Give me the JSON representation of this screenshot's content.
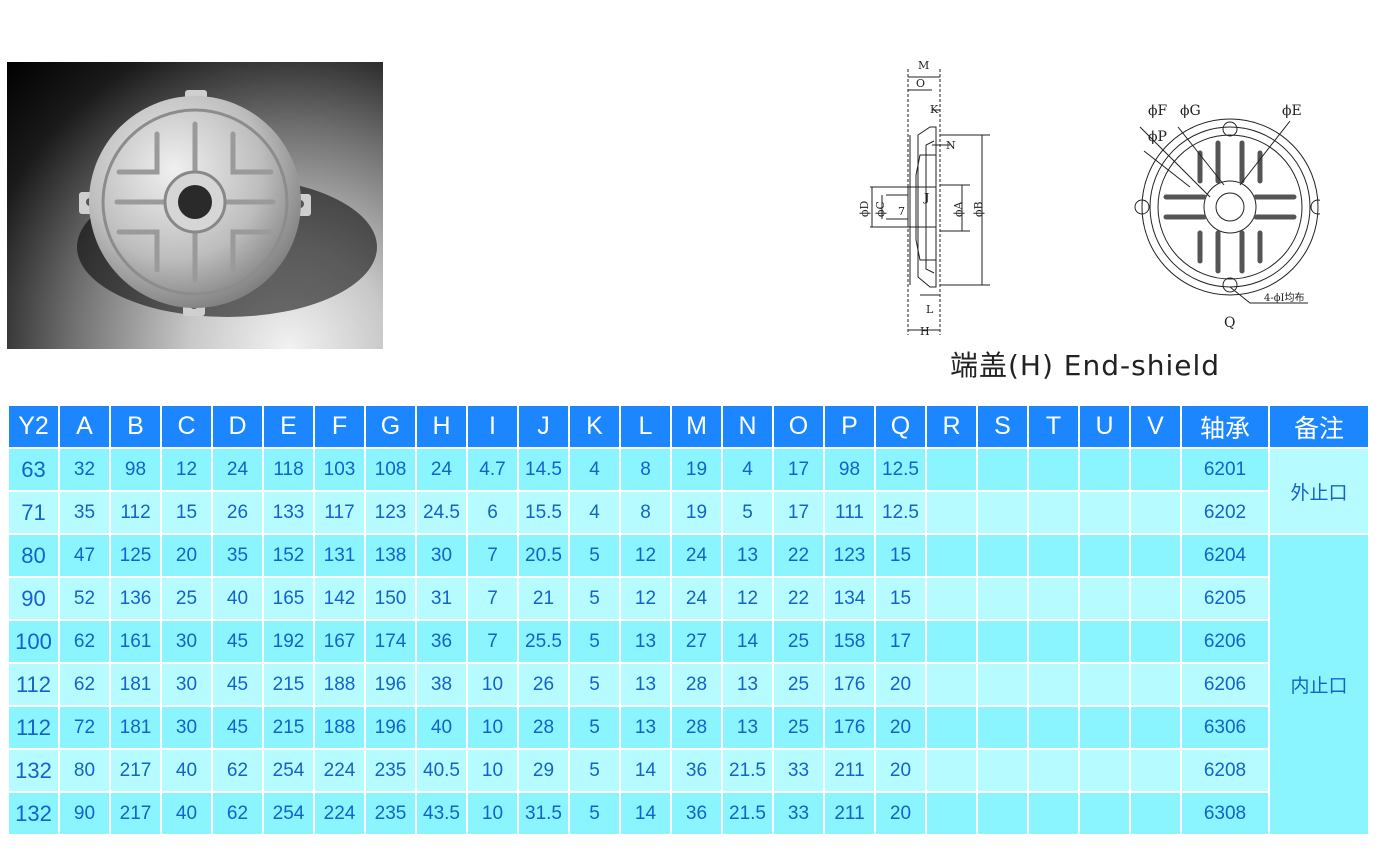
{
  "caption": "端盖(H) End-shield",
  "diagram_labels": {
    "side": [
      "M",
      "O",
      "K",
      "N",
      "J",
      "7",
      "ϕD",
      "ϕC",
      "ϕA",
      "ϕB",
      "L",
      "H"
    ],
    "front": [
      "ϕF",
      "ϕG",
      "ϕE",
      "ϕP",
      "4-ϕI均布",
      "Q"
    ]
  },
  "table": {
    "headers": [
      "Y2",
      "A",
      "B",
      "C",
      "D",
      "E",
      "F",
      "G",
      "H",
      "I",
      "J",
      "K",
      "L",
      "M",
      "N",
      "O",
      "P",
      "Q",
      "R",
      "S",
      "T",
      "U",
      "V",
      "轴承",
      "备注"
    ],
    "rows": [
      [
        "63",
        "32",
        "98",
        "12",
        "24",
        "118",
        "103",
        "108",
        "24",
        "4.7",
        "14.5",
        "4",
        "8",
        "19",
        "4",
        "17",
        "98",
        "12.5",
        "",
        "",
        "",
        "",
        "",
        "6201"
      ],
      [
        "71",
        "35",
        "112",
        "15",
        "26",
        "133",
        "117",
        "123",
        "24.5",
        "6",
        "15.5",
        "4",
        "8",
        "19",
        "5",
        "17",
        "111",
        "12.5",
        "",
        "",
        "",
        "",
        "",
        "6202"
      ],
      [
        "80",
        "47",
        "125",
        "20",
        "35",
        "152",
        "131",
        "138",
        "30",
        "7",
        "20.5",
        "5",
        "12",
        "24",
        "13",
        "22",
        "123",
        "15",
        "",
        "",
        "",
        "",
        "",
        "6204"
      ],
      [
        "90",
        "52",
        "136",
        "25",
        "40",
        "165",
        "142",
        "150",
        "31",
        "7",
        "21",
        "5",
        "12",
        "24",
        "12",
        "22",
        "134",
        "15",
        "",
        "",
        "",
        "",
        "",
        "6205"
      ],
      [
        "100",
        "62",
        "161",
        "30",
        "45",
        "192",
        "167",
        "174",
        "36",
        "7",
        "25.5",
        "5",
        "13",
        "27",
        "14",
        "25",
        "158",
        "17",
        "",
        "",
        "",
        "",
        "",
        "6206"
      ],
      [
        "112",
        "62",
        "181",
        "30",
        "45",
        "215",
        "188",
        "196",
        "38",
        "10",
        "26",
        "5",
        "13",
        "28",
        "13",
        "25",
        "176",
        "20",
        "",
        "",
        "",
        "",
        "",
        "6206"
      ],
      [
        "112",
        "72",
        "181",
        "30",
        "45",
        "215",
        "188",
        "196",
        "40",
        "10",
        "28",
        "5",
        "13",
        "28",
        "13",
        "25",
        "176",
        "20",
        "",
        "",
        "",
        "",
        "",
        "6306"
      ],
      [
        "132",
        "80",
        "217",
        "40",
        "62",
        "254",
        "224",
        "235",
        "40.5",
        "10",
        "29",
        "5",
        "14",
        "36",
        "21.5",
        "33",
        "211",
        "20",
        "",
        "",
        "",
        "",
        "",
        "6208"
      ],
      [
        "132",
        "90",
        "217",
        "40",
        "62",
        "254",
        "224",
        "235",
        "43.5",
        "10",
        "31.5",
        "5",
        "14",
        "36",
        "21.5",
        "33",
        "211",
        "20",
        "",
        "",
        "",
        "",
        "",
        "6308"
      ]
    ],
    "notes": [
      {
        "text": "外止口",
        "rows": 2
      },
      {
        "text": "内止口",
        "rows": 7
      }
    ]
  }
}
